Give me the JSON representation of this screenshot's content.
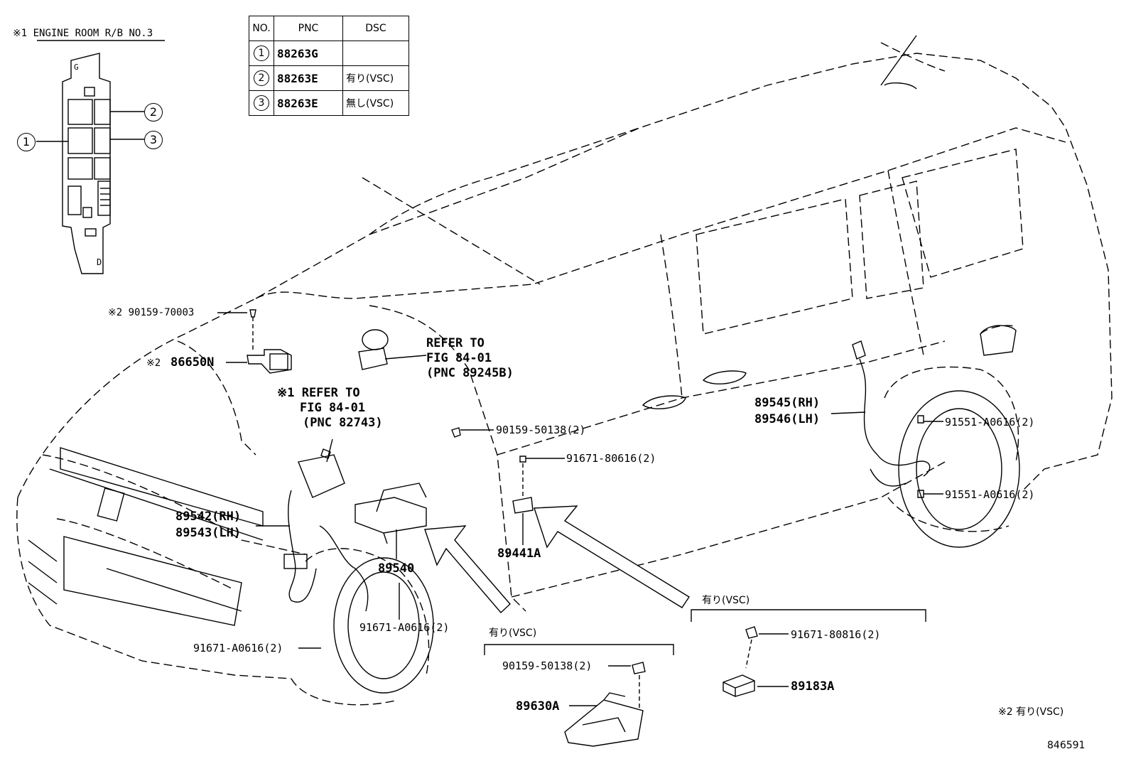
{
  "relay_block": {
    "title": "※1 ENGINE ROOM R/B NO.3",
    "callouts": [
      "1",
      "2",
      "3"
    ],
    "marks": [
      "G",
      "D"
    ]
  },
  "table": {
    "headers": [
      "NO.",
      "PNC",
      "DSC"
    ],
    "rows": [
      {
        "no": "1",
        "pnc": "88263G",
        "dsc": ""
      },
      {
        "no": "2",
        "pnc": "88263E",
        "dsc": "有り(VSC)"
      },
      {
        "no": "3",
        "pnc": "88263E",
        "dsc": "無し(VSC)"
      }
    ]
  },
  "labels": {
    "bolt_70003": "※2 90159-70003",
    "sensor_86650N_mark": "※2",
    "sensor_86650N": "86650N",
    "refer1": [
      "REFER TO",
      "FIG 84-01",
      "(PNC 89245B)"
    ],
    "refer2": [
      "※1 REFER TO",
      "FIG 84-01",
      "(PNC 82743)"
    ],
    "bolt_50138_top": "90159-50138(2)",
    "bolt_80616": "91671-80616(2)",
    "sensor_rear": [
      "89545(RH)",
      "89546(LH)"
    ],
    "bolt_a0616_r1": "91551-A0616(2)",
    "bolt_a0616_r2": "91551-A0616(2)",
    "sensor_front": [
      "89542(RH)",
      "89543(LH)"
    ],
    "bracket_89540": "89540",
    "sensor_89441A": "89441A",
    "bolt_91671_a0616_a": "91671-A0616(2)",
    "bolt_91671_a0616_b": "91671-A0616(2)",
    "vsc_group1_title": "有り(VSC)",
    "bolt_50138_inset": "90159-50138(2)",
    "bracket_89630A": "89630A",
    "vsc_group2_title": "有り(VSC)",
    "bolt_80816": "91671-80816(2)",
    "sensor_89183A": "89183A",
    "footnote": "※2 有り(VSC)",
    "figure_number": "846591"
  }
}
